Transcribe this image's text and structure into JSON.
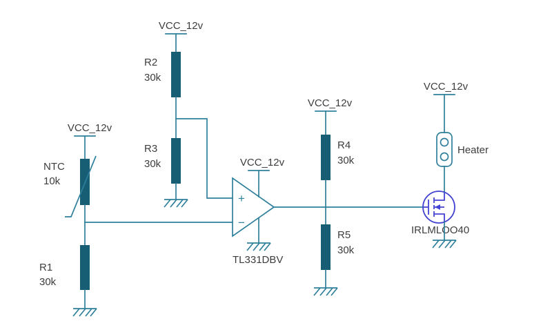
{
  "diagram": {
    "kind": "circuit-schematic"
  },
  "colors": {
    "wire": "#2e7f9b",
    "component_fill": "#175d74",
    "mosfet": "#4444d2",
    "text": "#3d3d3d"
  },
  "power": {
    "ntc_rail": "VCC_12v",
    "r2_rail": "VCC_12v",
    "comparator_rail": "VCC_12v",
    "r4_rail": "VCC_12v",
    "heater_rail": "VCC_12v"
  },
  "components": {
    "ntc": {
      "name": "NTC",
      "value": "10k"
    },
    "r1": {
      "name": "R1",
      "value": "30k"
    },
    "r2": {
      "name": "R2",
      "value": "30k"
    },
    "r3": {
      "name": "R3",
      "value": "30k"
    },
    "r4": {
      "name": "R4",
      "value": "30k"
    },
    "r5": {
      "name": "R5",
      "value": "30k"
    },
    "comparator": {
      "part": "TL331DBV",
      "plus": "+",
      "minus": "−"
    },
    "mosfet": {
      "part": "IRLMLOO40"
    },
    "heater": {
      "name": "Heater"
    }
  }
}
